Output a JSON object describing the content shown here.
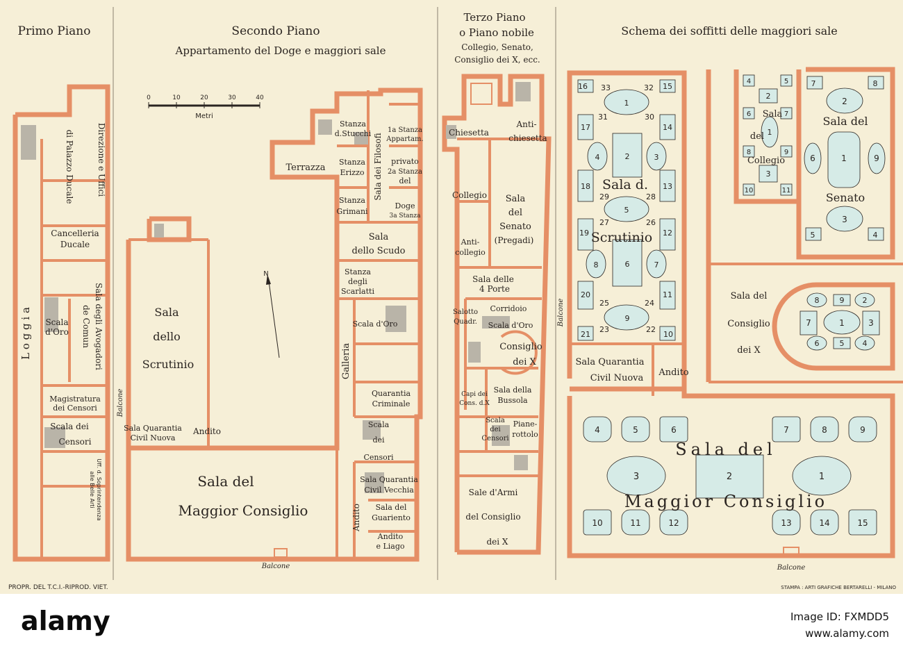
{
  "panels": {
    "primo": {
      "title": "Primo Piano"
    },
    "secondo": {
      "title": "Secondo Piano",
      "subtitle": "Appartamento del Doge e maggiori sale"
    },
    "terzo": {
      "title1": "Terzo Piano",
      "title2": "o Piano nobile",
      "title3": "Collegio, Senato,",
      "title4": "Consiglio dei X, ecc."
    },
    "schema": {
      "title": "Schema dei soffitti delle maggiori sale"
    }
  },
  "scale": {
    "ticks": [
      "0",
      "10",
      "20",
      "30",
      "40"
    ],
    "unit": "Metri"
  },
  "north": "N",
  "primo_labels": {
    "loggia": "L o g g i a",
    "direzione": "Direzione e Uffici",
    "palazzo": "di Palazzo Ducale",
    "cancelleria1": "Cancelleria",
    "cancelleria2": "Ducale",
    "sala_avogadori": "Sala degli Avogadori",
    "de_comun": "de Comun",
    "scala_oro1": "Scala",
    "scala_oro2": "d'Oro",
    "magistratura1": "Magistratura",
    "magistratura2": "dei Censori",
    "scala_censori1": "Scala dei",
    "scala_censori2": "Censori",
    "uff1": "Uff. d. Soprintendenza",
    "uff2": "alle Belle Arti"
  },
  "secondo_labels": {
    "sala_scrutinio": [
      "Sala",
      "dello",
      "Scrutinio"
    ],
    "balcone_left": "Balcone",
    "quarantia_civil_nuova": [
      "Sala Quarantia",
      "Civil Nuova"
    ],
    "andito_left": "Andito",
    "maggior_consiglio": [
      "Sala del",
      "Maggior Consiglio"
    ],
    "balcone_bottom": "Balcone",
    "terrazza": "Terrazza",
    "stanza_stucchi": [
      "Stanza",
      "d.Stucchi"
    ],
    "stanza_erizzo": [
      "Stanza",
      "Erizzo"
    ],
    "stanza_grimani": [
      "Stanza",
      "Grimani"
    ],
    "sala_filosofi": "Sala dei Filosofi",
    "appartam": [
      "1a Stanza",
      "Appartam.",
      "privato",
      "2a Stanza",
      "del",
      "Doge",
      "3a Stanza"
    ],
    "sala_scudo": [
      "Sala",
      "dello Scudo"
    ],
    "stanza_scarlatti": [
      "Stanza",
      "degli",
      "Scarlatti"
    ],
    "galleria": "Galleria",
    "scala_oro": "Scala d'Oro",
    "quarantia_criminale": [
      "Quarantia",
      "Criminale"
    ],
    "scala_censori": [
      "Scala",
      "dei",
      "Censori"
    ],
    "quarantia_civil_vecchia": [
      "Sala Quarantia",
      "Civil Vecchia"
    ],
    "sala_guariento": [
      "Sala del",
      "Guariento"
    ],
    "andito_right": "Andito",
    "andito_liago": [
      "Andito",
      "e Liago"
    ]
  },
  "terzo_labels": {
    "chiesetta": "Chiesetta",
    "antichiesetta": [
      "Anti-",
      "chiesetta"
    ],
    "collegio": "Collegio",
    "sala_senato": [
      "Sala",
      "del",
      "Senato",
      "(Pregadi)"
    ],
    "anticollegio": [
      "Anti-",
      "collegio"
    ],
    "sala_4_porte": [
      "Sala delle",
      "4 Porte"
    ],
    "salotto": [
      "Salotto",
      "Quadr."
    ],
    "corridoio": "Corridoio",
    "scala_oro": "Scala d'Oro",
    "consiglio_x": [
      "Consiglio",
      "dei X"
    ],
    "capi": [
      "Capi dei",
      "Cons. d.X"
    ],
    "bussola": [
      "Sala della",
      "Bussola"
    ],
    "scala_censori": [
      "Scala",
      "dei",
      "Censori"
    ],
    "pianerottolo": [
      "Piane-",
      "rottolo"
    ],
    "balcone": "Balcone",
    "sale_armi": [
      "Sale d'Armi",
      "del Consiglio",
      "dei X"
    ]
  },
  "schema_labels": {
    "scrutinio": [
      "Sala d.",
      "Scrutinio"
    ],
    "quarantia": [
      "Sala Quarantia",
      "Civil Nuova"
    ],
    "andito": "Andito",
    "balcone_side": "Balcone",
    "collegio": [
      "Sala",
      "del",
      "Collegio"
    ],
    "senato": [
      "Sala del",
      "Senato"
    ],
    "consiglio_x": [
      "Sala del",
      "Consiglio",
      "dei X"
    ],
    "maggior": [
      "Sala del",
      "Maggior Consiglio"
    ],
    "balcone_bottom": "Balcone",
    "scrutinio_nums": [
      "16",
      "33",
      "32",
      "15",
      "1",
      "17",
      "31",
      "30",
      "14",
      "4",
      "2",
      "3",
      "18",
      "13",
      "29",
      "28",
      "5",
      "27",
      "26",
      "19",
      "12",
      "8",
      "6",
      "7",
      "20",
      "11",
      "25",
      "24",
      "9",
      "21",
      "23",
      "22",
      "10"
    ],
    "collegio_nums": [
      "4",
      "5",
      "2",
      "6",
      "1",
      "7",
      "8",
      "9",
      "3",
      "10",
      "11"
    ],
    "senato_nums": [
      "7",
      "8",
      "2",
      "6",
      "1",
      "9",
      "3",
      "5",
      "4"
    ],
    "consiglio_nums": [
      "8",
      "9",
      "2",
      "7",
      "1",
      "3",
      "6",
      "5",
      "4"
    ],
    "maggior_nums": [
      "4",
      "5",
      "6",
      "7",
      "8",
      "9",
      "3",
      "2",
      "1",
      "10",
      "11",
      "12",
      "13",
      "14",
      "15"
    ]
  },
  "footer": {
    "left": "PROPR. DEL T.C.I.-RIPROD. VIET.",
    "right": "STAMPA : ARTI GRAFICHE BERTARELLI - MILANO"
  },
  "brand": {
    "text": "alamy",
    "image_id": "Image ID: FXMDD5",
    "url": "www.alamy.com"
  },
  "colors": {
    "paper": "#f6efd7",
    "wall": "#e58f66",
    "ceiling": "#d6ebe7",
    "ink": "#2a2420"
  }
}
